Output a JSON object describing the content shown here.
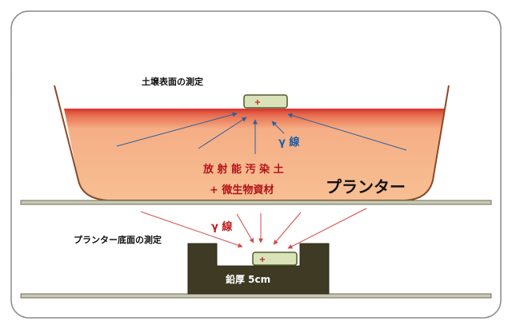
{
  "labels": {
    "soil_surface_measurement": "土壌表面の測定",
    "planter_bottom_measurement": "プランター底面の測定",
    "gamma_ray": "γ 線",
    "contaminated_soil": "放 射 能 汚 染 土",
    "microbial_material": "+ 微生物資材",
    "planter": "プランター",
    "lead_thickness": "鉛厚 5cm",
    "detector_plus": "+"
  },
  "colors": {
    "frame_border": "#8a8a8a",
    "planter_outline": "#8b4a2a",
    "soil_fill": "#f7bf92",
    "soil_surface_red": "#d6332a",
    "floor_fill": "#c9c8b2",
    "floor_stroke": "#6f6e5a",
    "lead_block": "#3f3a24",
    "detector_fill": "#d9e2b8",
    "detector_stroke": "#4f5a2c",
    "upper_arrows": "#2f5f9a",
    "lower_arrows": "#d04a4a",
    "gamma_upper_text": "#1a5fa6",
    "gamma_lower_text": "#c21a1a",
    "red_text": "#b3131a",
    "black_text": "#111111",
    "white_text": "#ffffff"
  }
}
